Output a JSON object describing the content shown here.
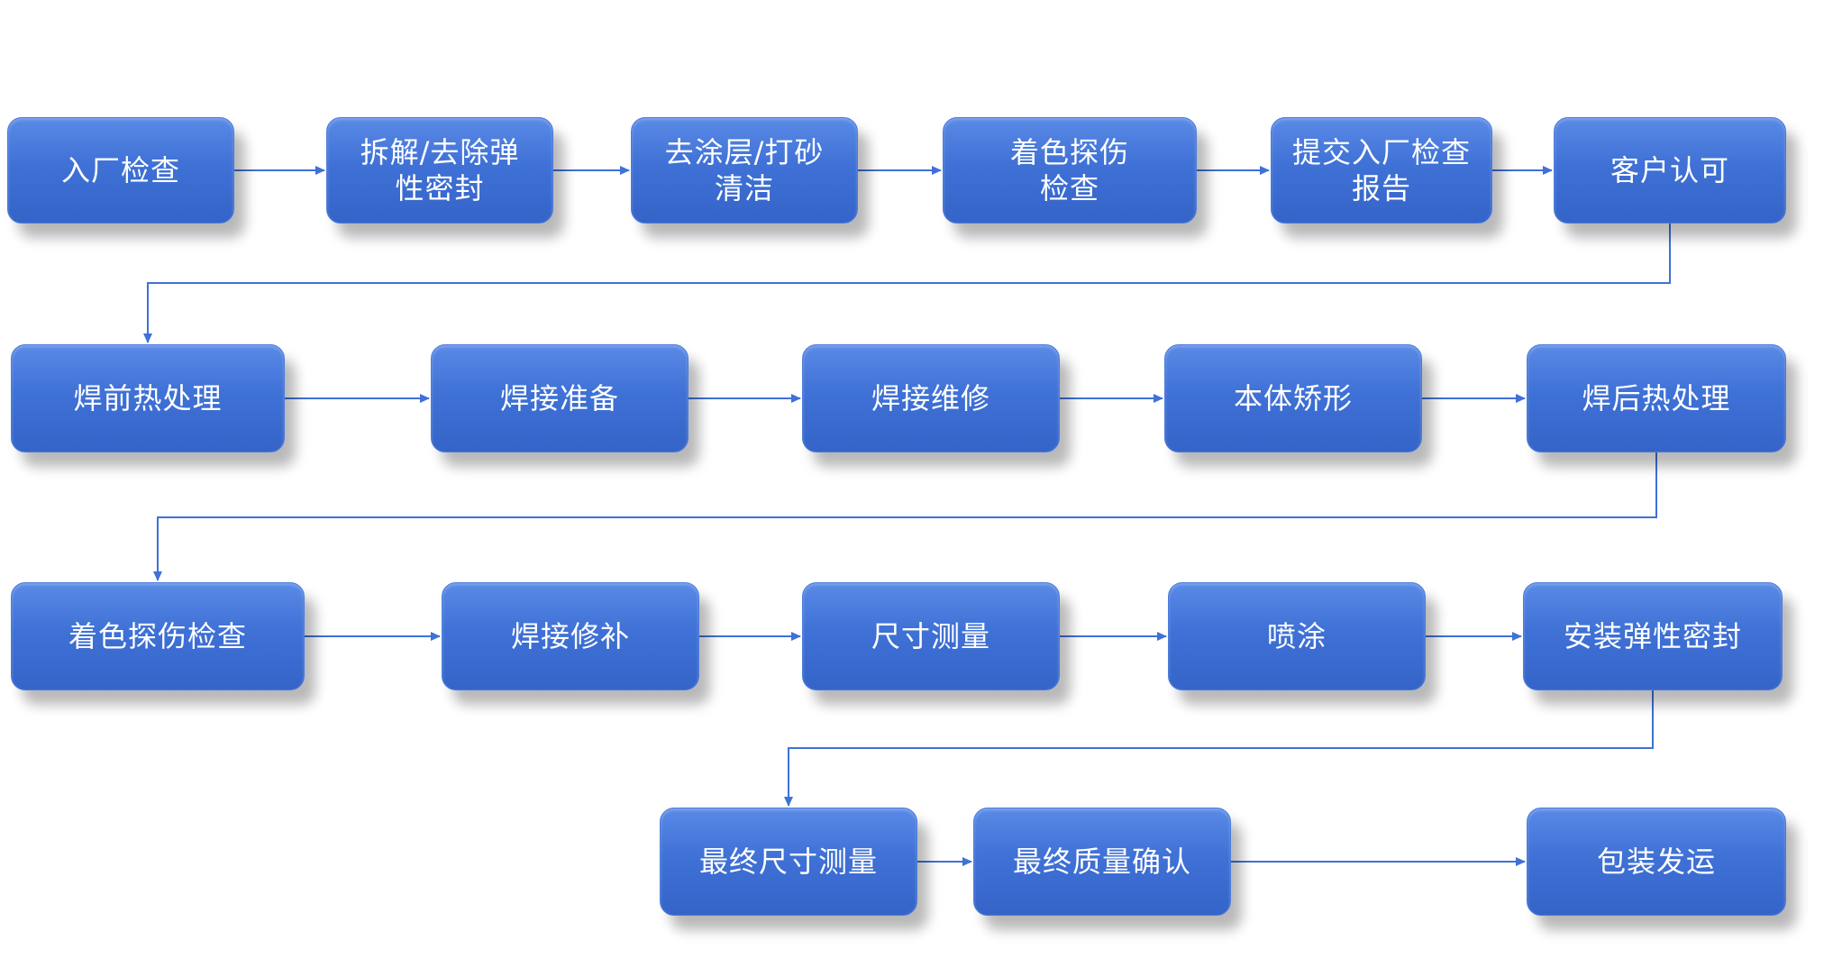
{
  "diagram": {
    "accent_color": "#3f71d6",
    "line_color": "#3f71d6",
    "nodes": [
      {
        "id": "n1",
        "label": "入厂检查"
      },
      {
        "id": "n2",
        "label": "拆解/去除弹\n性密封"
      },
      {
        "id": "n3",
        "label": "去涂层/打砂\n清洁"
      },
      {
        "id": "n4",
        "label": "着色探伤\n检查"
      },
      {
        "id": "n5",
        "label": "提交入厂检查\n报告"
      },
      {
        "id": "n6",
        "label": "客户认可"
      },
      {
        "id": "n7",
        "label": "焊前热处理"
      },
      {
        "id": "n8",
        "label": "焊接准备"
      },
      {
        "id": "n9",
        "label": "焊接维修"
      },
      {
        "id": "n10",
        "label": "本体矫形"
      },
      {
        "id": "n11",
        "label": "焊后热处理"
      },
      {
        "id": "n12",
        "label": "着色探伤检查"
      },
      {
        "id": "n13",
        "label": "焊接修补"
      },
      {
        "id": "n14",
        "label": "尺寸测量"
      },
      {
        "id": "n15",
        "label": "喷涂"
      },
      {
        "id": "n16",
        "label": "安装弹性密封"
      },
      {
        "id": "n17",
        "label": "最终尺寸测量"
      },
      {
        "id": "n18",
        "label": "最终质量确认"
      },
      {
        "id": "n19",
        "label": "包装发运"
      }
    ],
    "edges": [
      {
        "from": "n1",
        "to": "n2"
      },
      {
        "from": "n2",
        "to": "n3"
      },
      {
        "from": "n3",
        "to": "n4"
      },
      {
        "from": "n4",
        "to": "n5"
      },
      {
        "from": "n5",
        "to": "n6"
      },
      {
        "from": "n6",
        "to": "n7"
      },
      {
        "from": "n7",
        "to": "n8"
      },
      {
        "from": "n8",
        "to": "n9"
      },
      {
        "from": "n9",
        "to": "n10"
      },
      {
        "from": "n10",
        "to": "n11"
      },
      {
        "from": "n11",
        "to": "n12"
      },
      {
        "from": "n12",
        "to": "n13"
      },
      {
        "from": "n13",
        "to": "n14"
      },
      {
        "from": "n14",
        "to": "n15"
      },
      {
        "from": "n15",
        "to": "n16"
      },
      {
        "from": "n16",
        "to": "n17"
      },
      {
        "from": "n17",
        "to": "n18"
      },
      {
        "from": "n18",
        "to": "n19"
      }
    ]
  }
}
